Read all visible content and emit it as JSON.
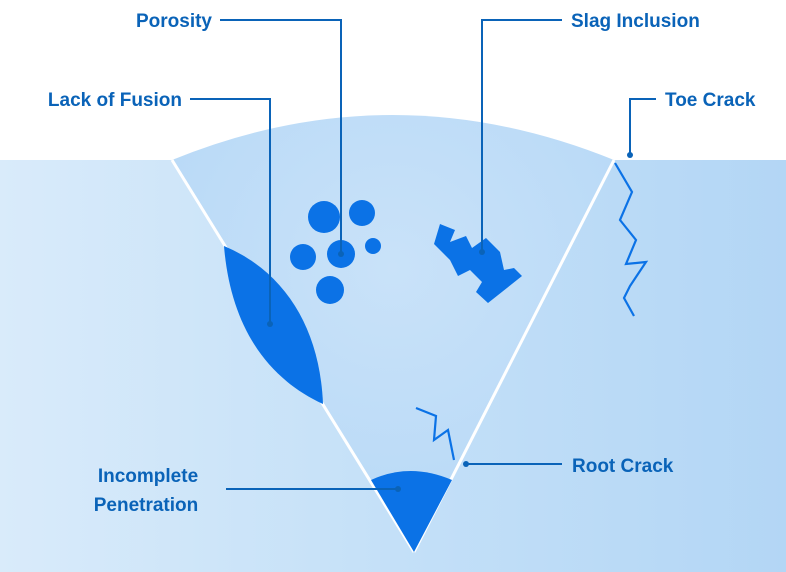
{
  "colors": {
    "label_text": "#0a63b8",
    "defect_fill": "#0b72e6",
    "base_metal": "#bddcf6",
    "weld_metal": "#cfe5f8",
    "background": "#ffffff"
  },
  "labels": {
    "porosity": "Porosity",
    "slag_inclusion": "Slag Inclusion",
    "lack_of_fusion": "Lack of Fusion",
    "toe_crack": "Toe Crack",
    "incomplete_penetration_line1": "Incomplete",
    "incomplete_penetration_line2": "Penetration",
    "root_crack": "Root Crack"
  }
}
